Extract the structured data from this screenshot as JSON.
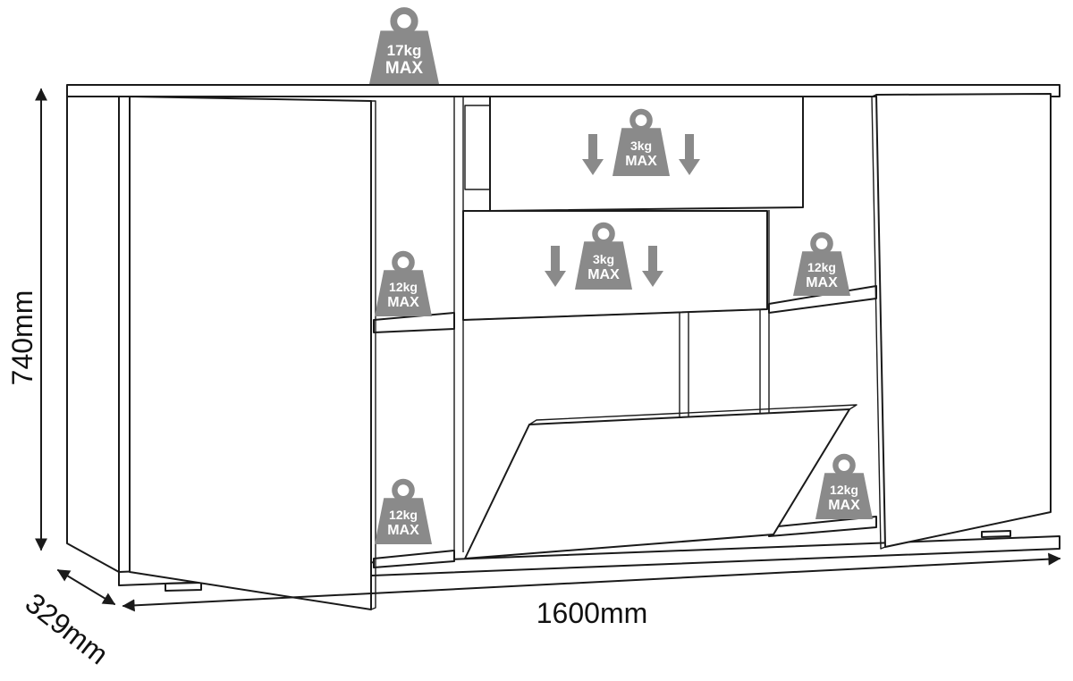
{
  "dimensions": {
    "height": "740mm",
    "width": "1600mm",
    "depth": "329mm"
  },
  "loads": {
    "top": {
      "weight": "17kg",
      "limit": "MAX"
    },
    "drawer_upper": {
      "weight": "3kg",
      "limit": "MAX"
    },
    "drawer_lower": {
      "weight": "3kg",
      "limit": "MAX"
    },
    "left_shelf_upper": {
      "weight": "12kg",
      "limit": "MAX"
    },
    "left_shelf_lower": {
      "weight": "12kg",
      "limit": "MAX"
    },
    "right_shelf_upper": {
      "weight": "12kg",
      "limit": "MAX"
    },
    "right_shelf_lower": {
      "weight": "12kg",
      "limit": "MAX"
    }
  },
  "colors": {
    "line": "#1a1a1a",
    "weight_fill": "#8a8a8a",
    "weight_text": "#ffffff"
  }
}
